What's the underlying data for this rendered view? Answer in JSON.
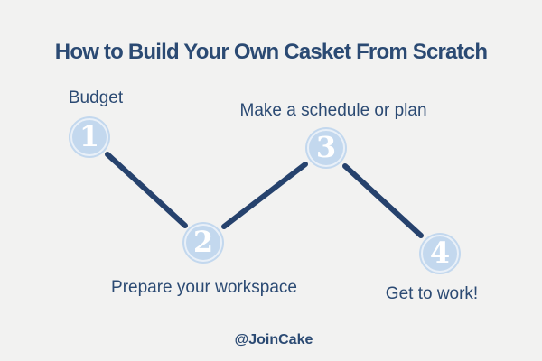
{
  "title": "How to Build Your Own Casket From Scratch",
  "steps": [
    {
      "number": "1",
      "label": "Budget"
    },
    {
      "number": "2",
      "label": "Prepare your workspace"
    },
    {
      "number": "3",
      "label": "Make a schedule or plan"
    },
    {
      "number": "4",
      "label": "Get to work!"
    }
  ],
  "footer": {
    "handle": "@JoinCake"
  },
  "colors": {
    "background": "#f2f2f1",
    "text_navy": "#2b4a73",
    "connector": "#26426d",
    "circle_fill": "#c3d8ee",
    "circle_ring": "#e9f0f8",
    "number_white": "#ffffff"
  }
}
